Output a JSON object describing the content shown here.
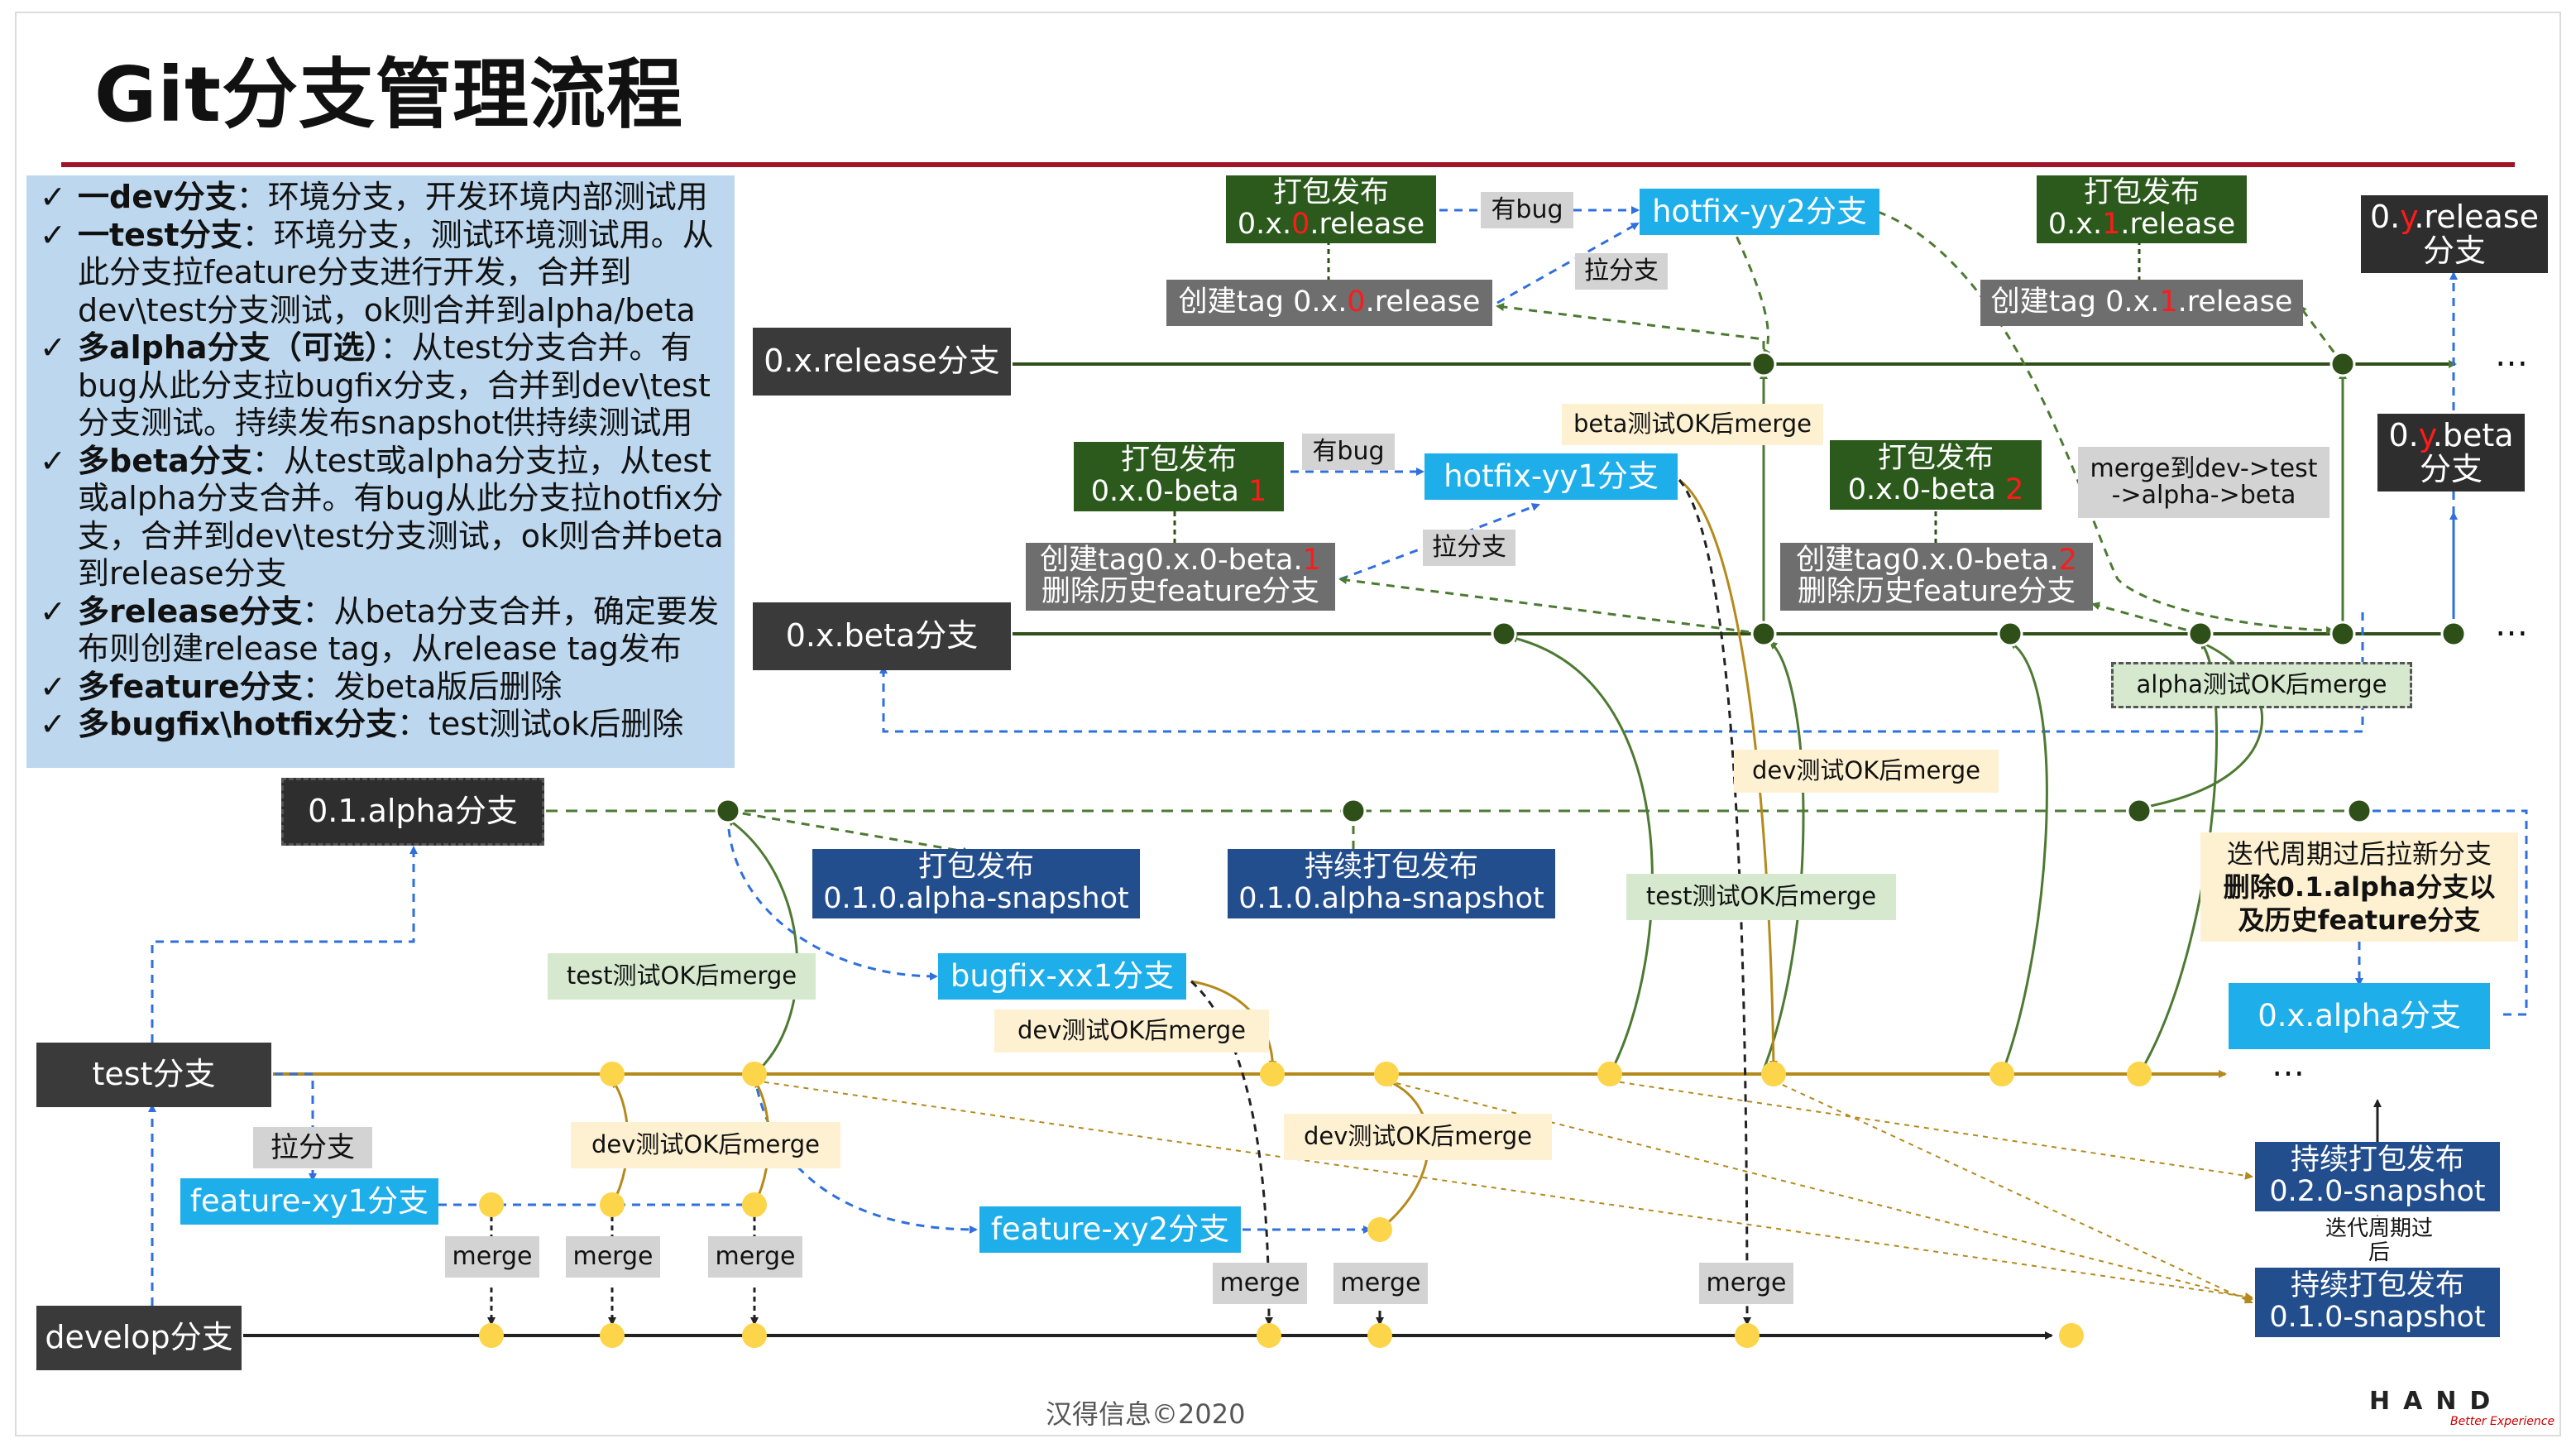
{
  "title": "Git分支管理流程",
  "legend": {
    "check": "✓",
    "items": [
      {
        "term": "一dev分支",
        "desc": "：环境分支，开发环境内部测试用"
      },
      {
        "term": "一test分支",
        "desc": "：环境分支，测试环境测试用。从此分支拉feature分支进行开发，合并到dev\\test分支测试，ok则合并到alpha/beta"
      },
      {
        "term": "多alpha分支（可选）",
        "desc": "：从test分支合并。有bug从此分支拉bugfix分支，合并到dev\\test分支测试。持续发布snapshot供持续测试用"
      },
      {
        "term": "多beta分支",
        "desc": "：从test或alpha分支拉，从test或alpha分支合并。有bug从此分支拉hotfix分支，合并到dev\\test分支测试，ok则合并beta到release分支"
      },
      {
        "term": "多release分支",
        "desc": "：从beta分支合并，确定要发布则创建release tag，从release tag发布"
      },
      {
        "term": "多feature分支",
        "desc": "：发beta版后删除"
      },
      {
        "term": "多bugfix\\hotfix分支",
        "desc": "：test测试ok后删除"
      }
    ]
  },
  "branches": {
    "release": "0.x.release分支",
    "beta": "0.x.beta分支",
    "alpha": "0.1.alpha分支",
    "test": "test分支",
    "develop": "develop分支",
    "feature_xy1": "feature-xy1分支",
    "feature_xy2": "feature-xy2分支",
    "bugfix_xx1": "bugfix-xx1分支",
    "hotfix_yy1": "hotfix-yy1分支",
    "hotfix_yy2": "hotfix-yy2分支",
    "x_alpha": "0.x.alpha分支"
  },
  "packages": {
    "release0": {
      "title": "打包发布",
      "prefix": "0.x.",
      "index": "0",
      "suffix": ".release"
    },
    "release1": {
      "title": "打包发布",
      "prefix": "0.x.",
      "index": "1",
      "suffix": ".release"
    },
    "beta1": {
      "title": "打包发布",
      "prefix": "0.x.0-beta ",
      "index": "1"
    },
    "beta2": {
      "title": "打包发布",
      "prefix": "0.x.0-beta ",
      "index": "2"
    },
    "snapshot_a": {
      "title": "打包发布",
      "version": "0.1.0.alpha-snapshot"
    },
    "snapshot_b": {
      "title": "持续打包发布",
      "version": "0.1.0.alpha-snapshot"
    },
    "snapshot_c": {
      "title": "持续打包发布",
      "version": "0.2.0-snapshot"
    },
    "snapshot_d": {
      "title": "持续打包发布",
      "version": "0.1.0-snapshot"
    }
  },
  "tags": {
    "release0": {
      "prefix": "创建tag 0.x.",
      "index": "0",
      "suffix": ".release"
    },
    "release1": {
      "prefix": "创建tag 0.x.",
      "index": "1",
      "suffix": ".release"
    },
    "beta1": {
      "prefix": "创建tag0.x.0-beta.",
      "index": "1",
      "note": "删除历史feature分支"
    },
    "beta2": {
      "prefix": "创建tag0.x.0-beta.",
      "index": "2",
      "note": "删除历史feature分支"
    }
  },
  "labels": {
    "has_bug": "有bug",
    "pull_branch": "拉分支",
    "merge": "merge",
    "merge_chain_1": "merge到dev->test",
    "merge_chain_2": "->alpha->beta"
  },
  "notes": {
    "release": {
      "prefix": "0.",
      "var": "y",
      "suffix": ".release",
      "line2": "分支"
    },
    "beta": {
      "prefix": "0.",
      "var": "y",
      "suffix": ".beta",
      "line2": "分支"
    },
    "iteration": {
      "line1": "迭代周期过后拉新分支",
      "line2": "删除0.1.alpha分支以",
      "line3": "及历史feature分支"
    },
    "cycle": {
      "line1": "迭代周期过",
      "line2": "后"
    }
  },
  "conditions": {
    "beta_ok": "beta测试OK后merge",
    "alpha_ok": "alpha测试OK后merge",
    "dev_ok": "dev测试OK后merge",
    "test_ok": "test测试OK后merge"
  },
  "ellipsis": "…",
  "footer": "汉得信息©2020",
  "logo": {
    "word": "HAND",
    "tagline": "Better Experience"
  },
  "colors": {
    "title_rule": "#a0142a",
    "legend_bg": "#bdd7ee",
    "branch_dark": "#3a3a3a",
    "package_green": "#2b5a1c",
    "tag_grey": "#6e6e6e",
    "feature_cyan": "#1eaeea",
    "snapshot_navy": "#234e8d",
    "commit_yellow": "#fdd54a",
    "highlight_red": "#ff1a1a"
  }
}
